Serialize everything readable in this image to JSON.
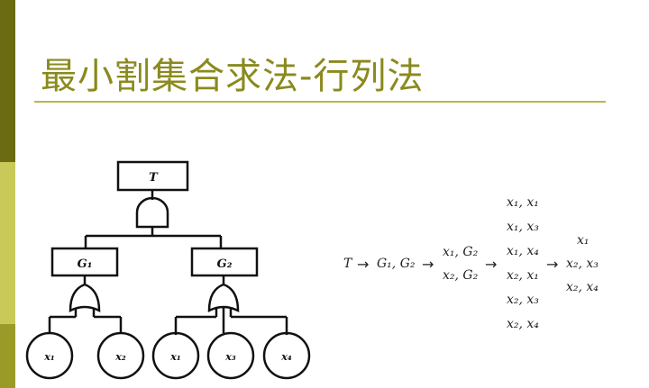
{
  "title": "最小割集合求法-行列法",
  "tree": {
    "top": "T",
    "gates": [
      "G₁",
      "G₂"
    ],
    "g1_events": [
      "x₁",
      "x₂"
    ],
    "g2_events": [
      "x₁",
      "x₃",
      "x₄"
    ]
  },
  "formula": {
    "start": "T",
    "arrow": "→",
    "step1": "G₁, G₂",
    "step2": [
      "x₁, G₂",
      "x₂, G₂"
    ],
    "step3": [
      "x₁, x₁",
      "x₁, x₃",
      "x₁, x₄",
      "x₂, x₁",
      "x₂, x₃",
      "x₂, x₄"
    ],
    "result": [
      "x₁",
      "x₂, x₃",
      "x₂, x₄"
    ]
  }
}
